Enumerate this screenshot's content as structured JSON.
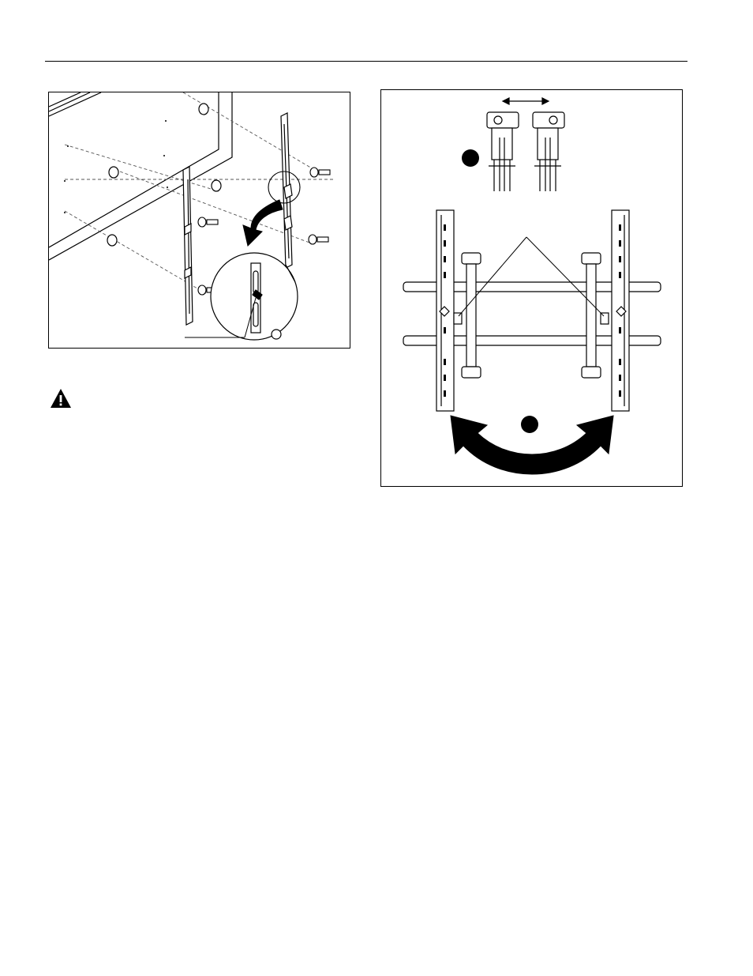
{
  "page": {
    "header_rule": "",
    "figures": [
      {
        "id": "left",
        "subject": "bracket-mounting-to-display"
      },
      {
        "id": "right",
        "subject": "bracket-adjustment"
      }
    ],
    "warning": {
      "icon": "warning-triangle-icon",
      "symbol": "!"
    }
  },
  "colors": {
    "line": "#000000",
    "paper": "#ffffff",
    "dash": "#555555"
  }
}
